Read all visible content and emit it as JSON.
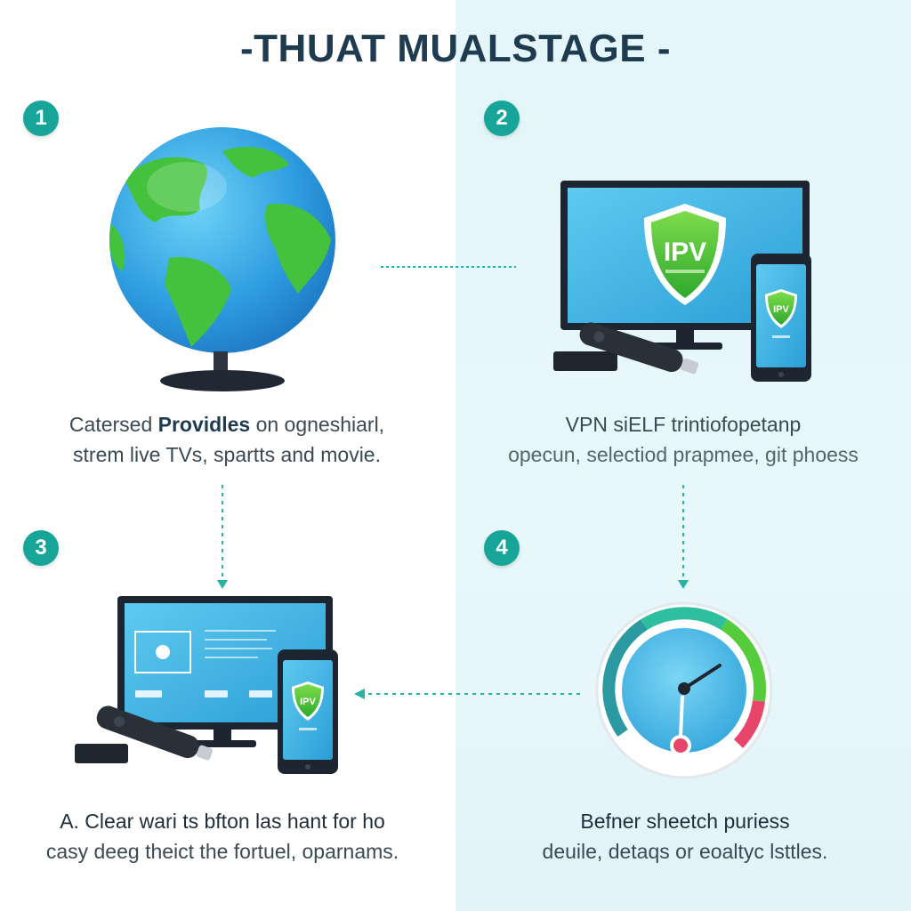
{
  "title": "-THUAT MUALSTAGE -",
  "steps": [
    {
      "number": "1",
      "illustration": "globe-icon",
      "caption_line1_a": "Catersed ",
      "caption_line1_b": "Providles",
      "caption_line1_c": " on ogneshiarl,",
      "caption_line2": "strem live TVs, spartts and movie."
    },
    {
      "number": "2",
      "illustration": "tv-phone-shield-icon",
      "shield_text": "IPV",
      "phone_shield_text": "IPV",
      "caption_line1": "VPN siELF trintiofopetanp",
      "caption_line2": "opecun, selectiod prapmee, git phoess"
    },
    {
      "number": "3",
      "illustration": "tv-phone-streaming-icon",
      "phone_shield_text": "IPV",
      "caption_line1": "A. Clear wari ts bfton las hant for ho",
      "caption_line2": "casy deeg theict the fortuel, oparnams."
    },
    {
      "number": "4",
      "illustration": "speedometer-icon",
      "caption_line1": "Befner sheetch puriess",
      "caption_line2": "deuile, detaqs or eoaltyc lsttles."
    }
  ],
  "colors": {
    "teal": "#17a599",
    "title": "#1e3b4f",
    "screen_blue": "#3fb6e0",
    "shield_green": "#4cc23a",
    "gauge_red": "#e8456a"
  }
}
